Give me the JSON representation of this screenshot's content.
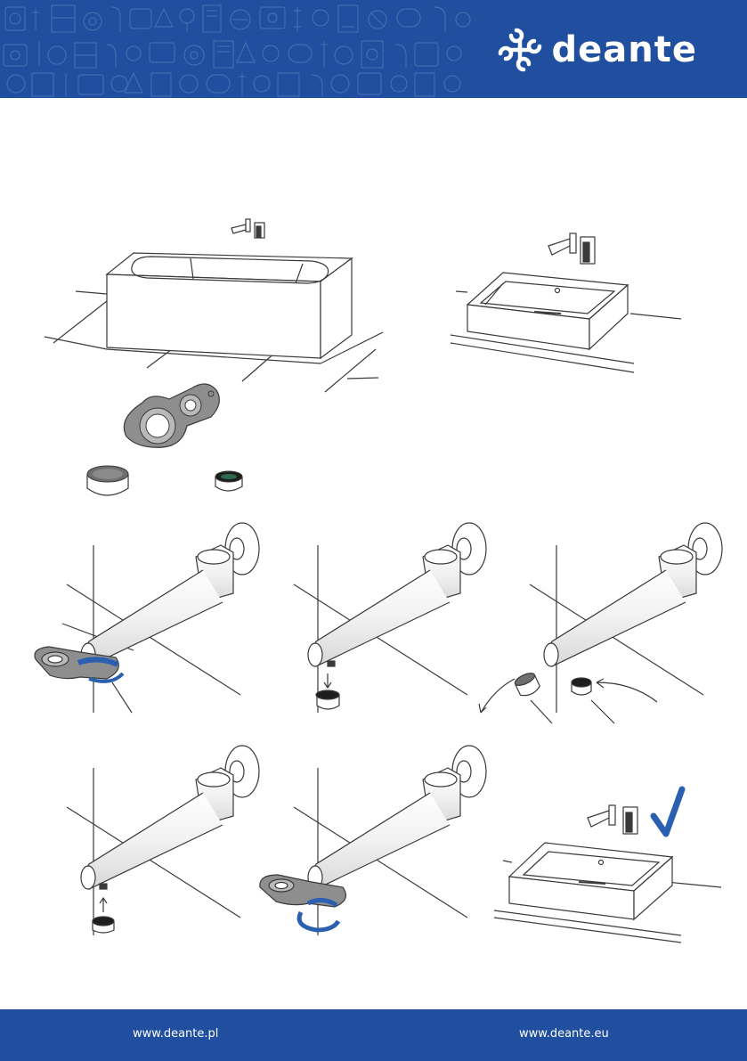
{
  "brand": {
    "name": "deante"
  },
  "footer": {
    "left_url": "www.deante.pl",
    "right_url": "www.deante.eu"
  },
  "colors": {
    "brand_blue": "#1f4f9e",
    "accent_blue": "#2b5fb0",
    "line_gray": "#3a3a3a",
    "light_gray": "#b9b9b9"
  },
  "icons": {
    "logo": "deante-logo-icon",
    "checkmark": "checkmark-icon",
    "rotate": "rotate-arrow-icon"
  }
}
